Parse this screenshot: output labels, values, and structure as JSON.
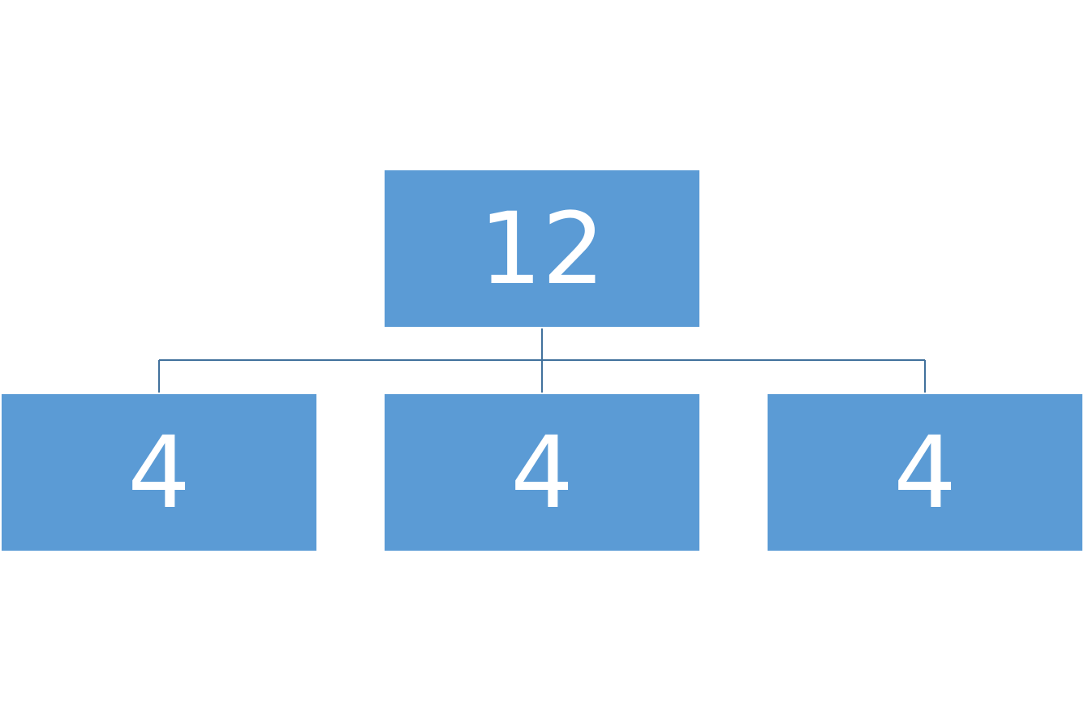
{
  "diagram": {
    "type": "org-chart",
    "node_color": "#5b9bd5",
    "text_color": "#ffffff",
    "connector_color": "#41719c",
    "root": {
      "label": "12"
    },
    "children": [
      {
        "label": "4"
      },
      {
        "label": "4"
      },
      {
        "label": "4"
      }
    ]
  }
}
